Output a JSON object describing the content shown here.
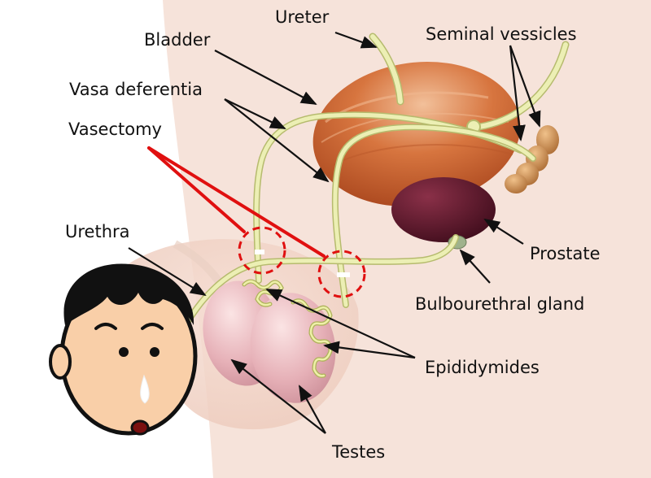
{
  "labels": {
    "ureter": "Ureter",
    "bladder": "Bladder",
    "seminal_vessicles": "Seminal vessicles",
    "vasa_deferentia": "Vasa deferentia",
    "vasectomy": "Vasectomy",
    "urethra": "Urethra",
    "prostate": "Prostate",
    "bulbourethral_gland": "Bulbourethral gland",
    "epididymides": "Epididymides",
    "testes": "Testes"
  },
  "colors": {
    "skin": "#f6e2d8",
    "skin_shadow": "#efd2c4",
    "bladder": "#c8612e",
    "bladder_light": "#e7a27a",
    "prostate": "#5a1628",
    "tube": "#ecefb4",
    "tube_edge": "#b6bb6e",
    "testis": "#e6b2b8",
    "seminal": "#cc8a4c",
    "vasectomy_red": "#e01010",
    "face_skin": "#f9cfa8"
  }
}
